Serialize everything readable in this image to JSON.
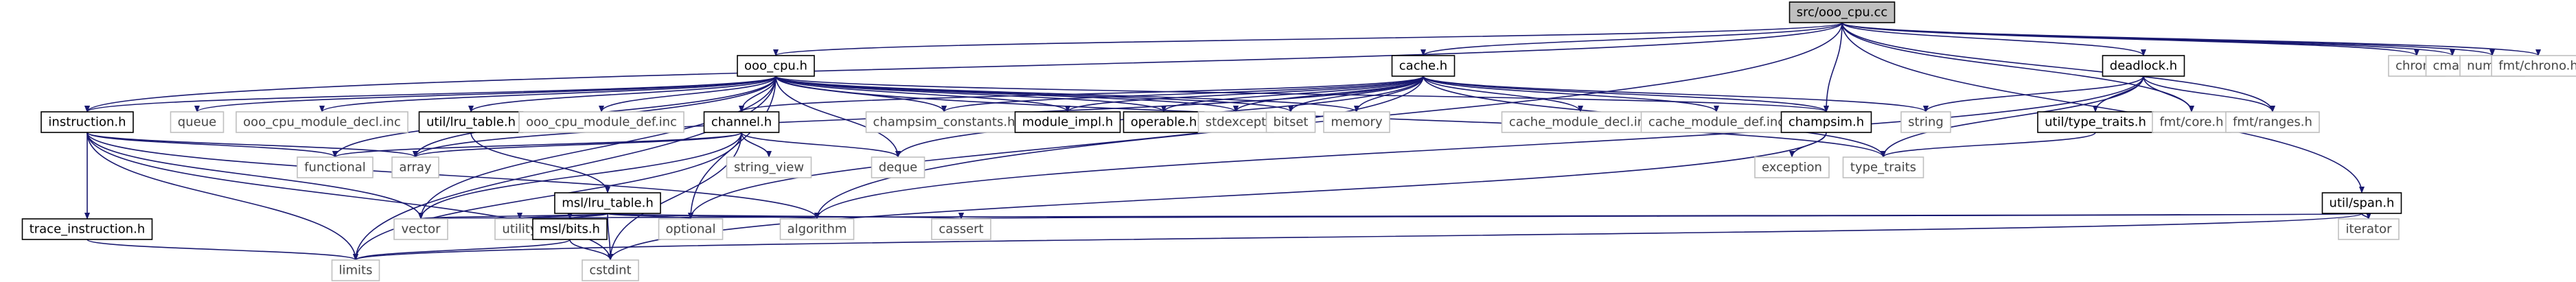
{
  "diagram": {
    "type": "include-dependency-graph",
    "colors": {
      "root_fill": "#bfbfbf",
      "node_border_documented": "#000000",
      "node_border_external": "#bfbfbf",
      "node_text_external": "#444444",
      "edge": "#191970"
    },
    "nodes": [
      {
        "id": "ooo_cpu_cc",
        "label": "src/ooo_cpu.cc",
        "kind": "root"
      },
      {
        "id": "ooo_cpu_h",
        "label": "ooo_cpu.h",
        "kind": "documented"
      },
      {
        "id": "cache_h",
        "label": "cache.h",
        "kind": "documented"
      },
      {
        "id": "deadlock_h",
        "label": "deadlock.h",
        "kind": "documented"
      },
      {
        "id": "chrono",
        "label": "chrono",
        "kind": "external"
      },
      {
        "id": "cmath",
        "label": "cmath",
        "kind": "external"
      },
      {
        "id": "numeric",
        "label": "numeric",
        "kind": "external"
      },
      {
        "id": "fmt_chrono_h",
        "label": "fmt/chrono.h",
        "kind": "external"
      },
      {
        "id": "instruction_h",
        "label": "instruction.h",
        "kind": "documented"
      },
      {
        "id": "queue",
        "label": "queue",
        "kind": "external"
      },
      {
        "id": "ooo_cpu_module_decl_inc",
        "label": "ooo_cpu_module_decl.inc",
        "kind": "external"
      },
      {
        "id": "util_lru_table_h",
        "label": "util/lru_table.h",
        "kind": "documented"
      },
      {
        "id": "ooo_cpu_module_def_inc",
        "label": "ooo_cpu_module_def.inc",
        "kind": "external"
      },
      {
        "id": "channel_h",
        "label": "channel.h",
        "kind": "documented"
      },
      {
        "id": "champsim_constants_h",
        "label": "champsim_constants.h",
        "kind": "external"
      },
      {
        "id": "module_impl_h",
        "label": "module_impl.h",
        "kind": "documented"
      },
      {
        "id": "operable_h",
        "label": "operable.h",
        "kind": "documented"
      },
      {
        "id": "stdexcept",
        "label": "stdexcept",
        "kind": "external"
      },
      {
        "id": "bitset",
        "label": "bitset",
        "kind": "external"
      },
      {
        "id": "memory",
        "label": "memory",
        "kind": "external"
      },
      {
        "id": "cache_module_decl_inc",
        "label": "cache_module_decl.inc",
        "kind": "external"
      },
      {
        "id": "cache_module_def_inc",
        "label": "cache_module_def.inc",
        "kind": "external"
      },
      {
        "id": "champsim_h",
        "label": "champsim.h",
        "kind": "documented"
      },
      {
        "id": "string",
        "label": "string",
        "kind": "external"
      },
      {
        "id": "util_type_traits_h",
        "label": "util/type_traits.h",
        "kind": "documented"
      },
      {
        "id": "fmt_core_h",
        "label": "fmt/core.h",
        "kind": "external"
      },
      {
        "id": "fmt_ranges_h",
        "label": "fmt/ranges.h",
        "kind": "external"
      },
      {
        "id": "functional",
        "label": "functional",
        "kind": "external"
      },
      {
        "id": "array",
        "label": "array",
        "kind": "external"
      },
      {
        "id": "string_view",
        "label": "string_view",
        "kind": "external"
      },
      {
        "id": "deque",
        "label": "deque",
        "kind": "external"
      },
      {
        "id": "type_traits",
        "label": "type_traits",
        "kind": "external"
      },
      {
        "id": "exception",
        "label": "exception",
        "kind": "external"
      },
      {
        "id": "msl_lru_table_h",
        "label": "msl/lru_table.h",
        "kind": "documented"
      },
      {
        "id": "util_span_h",
        "label": "util/span.h",
        "kind": "documented"
      },
      {
        "id": "trace_instruction_h",
        "label": "trace_instruction.h",
        "kind": "documented"
      },
      {
        "id": "vector",
        "label": "vector",
        "kind": "external"
      },
      {
        "id": "utility",
        "label": "utility",
        "kind": "external"
      },
      {
        "id": "msl_bits_h",
        "label": "msl/bits.h",
        "kind": "documented"
      },
      {
        "id": "optional",
        "label": "optional",
        "kind": "external"
      },
      {
        "id": "algorithm",
        "label": "algorithm",
        "kind": "external"
      },
      {
        "id": "cassert",
        "label": "cassert",
        "kind": "external"
      },
      {
        "id": "iterator",
        "label": "iterator",
        "kind": "external"
      },
      {
        "id": "limits",
        "label": "limits",
        "kind": "external"
      },
      {
        "id": "cstdint",
        "label": "cstdint",
        "kind": "external"
      }
    ],
    "edges": [
      [
        "ooo_cpu_cc",
        "ooo_cpu_h"
      ],
      [
        "ooo_cpu_cc",
        "cache_h"
      ],
      [
        "ooo_cpu_cc",
        "deadlock_h"
      ],
      [
        "ooo_cpu_cc",
        "chrono"
      ],
      [
        "ooo_cpu_cc",
        "cmath"
      ],
      [
        "ooo_cpu_cc",
        "numeric"
      ],
      [
        "ooo_cpu_cc",
        "fmt_chrono_h"
      ],
      [
        "ooo_cpu_cc",
        "champsim_h"
      ],
      [
        "ooo_cpu_cc",
        "fmt_core_h"
      ],
      [
        "ooo_cpu_cc",
        "fmt_ranges_h"
      ],
      [
        "ooo_cpu_cc",
        "util_span_h"
      ],
      [
        "ooo_cpu_cc",
        "instruction_h"
      ],
      [
        "ooo_cpu_cc",
        "algorithm"
      ],
      [
        "ooo_cpu_h",
        "instruction_h"
      ],
      [
        "ooo_cpu_h",
        "queue"
      ],
      [
        "ooo_cpu_h",
        "ooo_cpu_module_decl_inc"
      ],
      [
        "ooo_cpu_h",
        "util_lru_table_h"
      ],
      [
        "ooo_cpu_h",
        "ooo_cpu_module_def_inc"
      ],
      [
        "ooo_cpu_h",
        "channel_h"
      ],
      [
        "ooo_cpu_h",
        "champsim_constants_h"
      ],
      [
        "ooo_cpu_h",
        "module_impl_h"
      ],
      [
        "ooo_cpu_h",
        "operable_h"
      ],
      [
        "ooo_cpu_h",
        "stdexcept"
      ],
      [
        "ooo_cpu_h",
        "bitset"
      ],
      [
        "ooo_cpu_h",
        "memory"
      ],
      [
        "ooo_cpu_h",
        "champsim_h"
      ],
      [
        "ooo_cpu_h",
        "array"
      ],
      [
        "ooo_cpu_h",
        "deque"
      ],
      [
        "ooo_cpu_h",
        "functional"
      ],
      [
        "ooo_cpu_h",
        "vector"
      ],
      [
        "ooo_cpu_h",
        "limits"
      ],
      [
        "ooo_cpu_h",
        "optional"
      ],
      [
        "ooo_cpu_h",
        "type_traits"
      ],
      [
        "cache_h",
        "champsim_constants_h"
      ],
      [
        "cache_h",
        "module_impl_h"
      ],
      [
        "cache_h",
        "operable_h"
      ],
      [
        "cache_h",
        "stdexcept"
      ],
      [
        "cache_h",
        "bitset"
      ],
      [
        "cache_h",
        "memory"
      ],
      [
        "cache_h",
        "cache_module_decl_inc"
      ],
      [
        "cache_h",
        "cache_module_def_inc"
      ],
      [
        "cache_h",
        "champsim_h"
      ],
      [
        "cache_h",
        "string"
      ],
      [
        "cache_h",
        "channel_h"
      ],
      [
        "cache_h",
        "array"
      ],
      [
        "cache_h",
        "deque"
      ],
      [
        "cache_h",
        "type_traits"
      ],
      [
        "cache_h",
        "optional"
      ],
      [
        "deadlock_h",
        "util_type_traits_h"
      ],
      [
        "deadlock_h",
        "fmt_core_h"
      ],
      [
        "deadlock_h",
        "fmt_ranges_h"
      ],
      [
        "deadlock_h",
        "string"
      ],
      [
        "deadlock_h",
        "type_traits"
      ],
      [
        "deadlock_h",
        "algorithm"
      ],
      [
        "instruction_h",
        "trace_instruction_h"
      ],
      [
        "instruction_h",
        "functional"
      ],
      [
        "instruction_h",
        "array"
      ],
      [
        "instruction_h",
        "vector"
      ],
      [
        "instruction_h",
        "limits"
      ],
      [
        "instruction_h",
        "algorithm"
      ],
      [
        "instruction_h",
        "cstdint"
      ],
      [
        "util_lru_table_h",
        "msl_lru_table_h"
      ],
      [
        "channel_h",
        "array"
      ],
      [
        "channel_h",
        "deque"
      ],
      [
        "channel_h",
        "string_view"
      ],
      [
        "channel_h",
        "vector"
      ],
      [
        "channel_h",
        "functional"
      ],
      [
        "channel_h",
        "limits"
      ],
      [
        "channel_h",
        "cstdint"
      ],
      [
        "champsim_h",
        "exception"
      ],
      [
        "champsim_h",
        "cstdint"
      ],
      [
        "util_type_traits_h",
        "type_traits"
      ],
      [
        "msl_lru_table_h",
        "vector"
      ],
      [
        "msl_lru_table_h",
        "utility"
      ],
      [
        "msl_lru_table_h",
        "msl_bits_h"
      ],
      [
        "msl_lru_table_h",
        "optional"
      ],
      [
        "msl_lru_table_h",
        "algorithm"
      ],
      [
        "msl_lru_table_h",
        "cassert"
      ],
      [
        "msl_lru_table_h",
        "cstdint"
      ],
      [
        "msl_bits_h",
        "limits"
      ],
      [
        "msl_bits_h",
        "cstdint"
      ],
      [
        "util_span_h",
        "iterator"
      ],
      [
        "util_span_h",
        "cassert"
      ],
      [
        "util_span_h",
        "limits"
      ],
      [
        "util_span_h",
        "vector"
      ],
      [
        "trace_instruction_h",
        "limits"
      ]
    ]
  }
}
